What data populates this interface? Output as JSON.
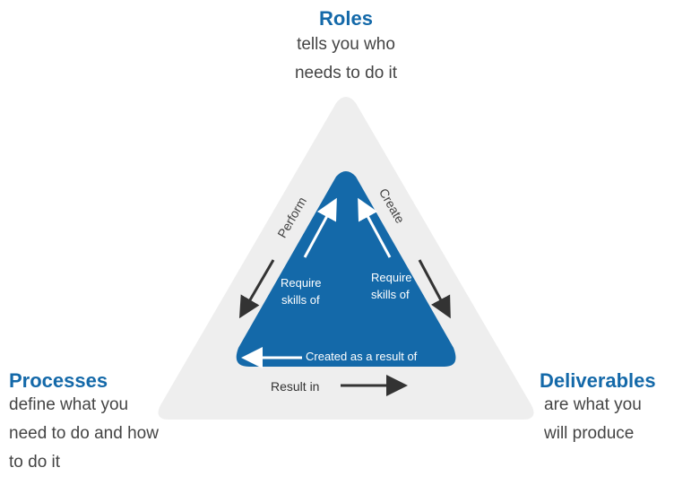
{
  "colors": {
    "heading": "#1469a9",
    "outer_triangle": "#eeeeee",
    "inner_triangle": "#1469a9",
    "arrow_dark": "#333333",
    "arrow_light": "#ffffff",
    "body_text": "#444444"
  },
  "roles": {
    "title": "Roles",
    "lines": [
      "tells you who",
      "needs to do it"
    ]
  },
  "processes": {
    "title": "Processes",
    "lines": [
      "define what you",
      "need to do and how",
      "to do it"
    ]
  },
  "deliverables": {
    "title": "Deliverables",
    "lines": [
      "are what you",
      "will produce"
    ]
  },
  "outer_labels": {
    "perform": "Perform",
    "create": "Create",
    "result_in": "Result in"
  },
  "inner_labels": {
    "left_require": [
      "Require",
      "skills of"
    ],
    "right_require": [
      "Require",
      "skills of"
    ],
    "created_as_result": "Created as a result of"
  }
}
